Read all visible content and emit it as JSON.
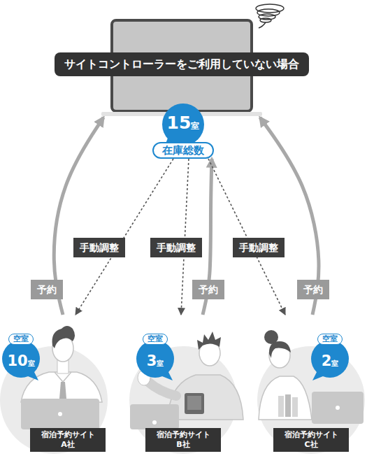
{
  "diagram": {
    "nodes": [
      {
        "text": [
          "サイトコントローラーをご利用していない場合"
        ]
      },
      {
        "text": [
          "15室"
        ]
      },
      {
        "text": [
          "在庫総数"
        ]
      },
      {
        "text": [
          "宿泊予約サイト A社"
        ]
      },
      {
        "text": [
          "空室",
          "10室"
        ]
      },
      {
        "text": [
          "宿泊予約サイト B社"
        ]
      },
      {
        "text": [
          "空室",
          "3室"
        ]
      },
      {
        "text": [
          "宿泊予約サイト C社"
        ]
      },
      {
        "text": [
          "空室",
          "2室"
        ]
      }
    ],
    "edges": [
      {
        "from": 3,
        "to": 0,
        "label": "予約",
        "arrow": "to"
      },
      {
        "from": 2,
        "to": 3,
        "label": "手動調整",
        "arrow": "to"
      },
      {
        "from": 2,
        "to": 5,
        "label": "手動調整",
        "arrow": "to"
      },
      {
        "from": 5,
        "to": 2,
        "label": "予約",
        "arrow": "to"
      },
      {
        "from": 2,
        "to": 7,
        "label": "手動調整",
        "arrow": "to"
      },
      {
        "from": 7,
        "to": 0,
        "label": "予約",
        "arrow": "to"
      }
    ]
  }
}
